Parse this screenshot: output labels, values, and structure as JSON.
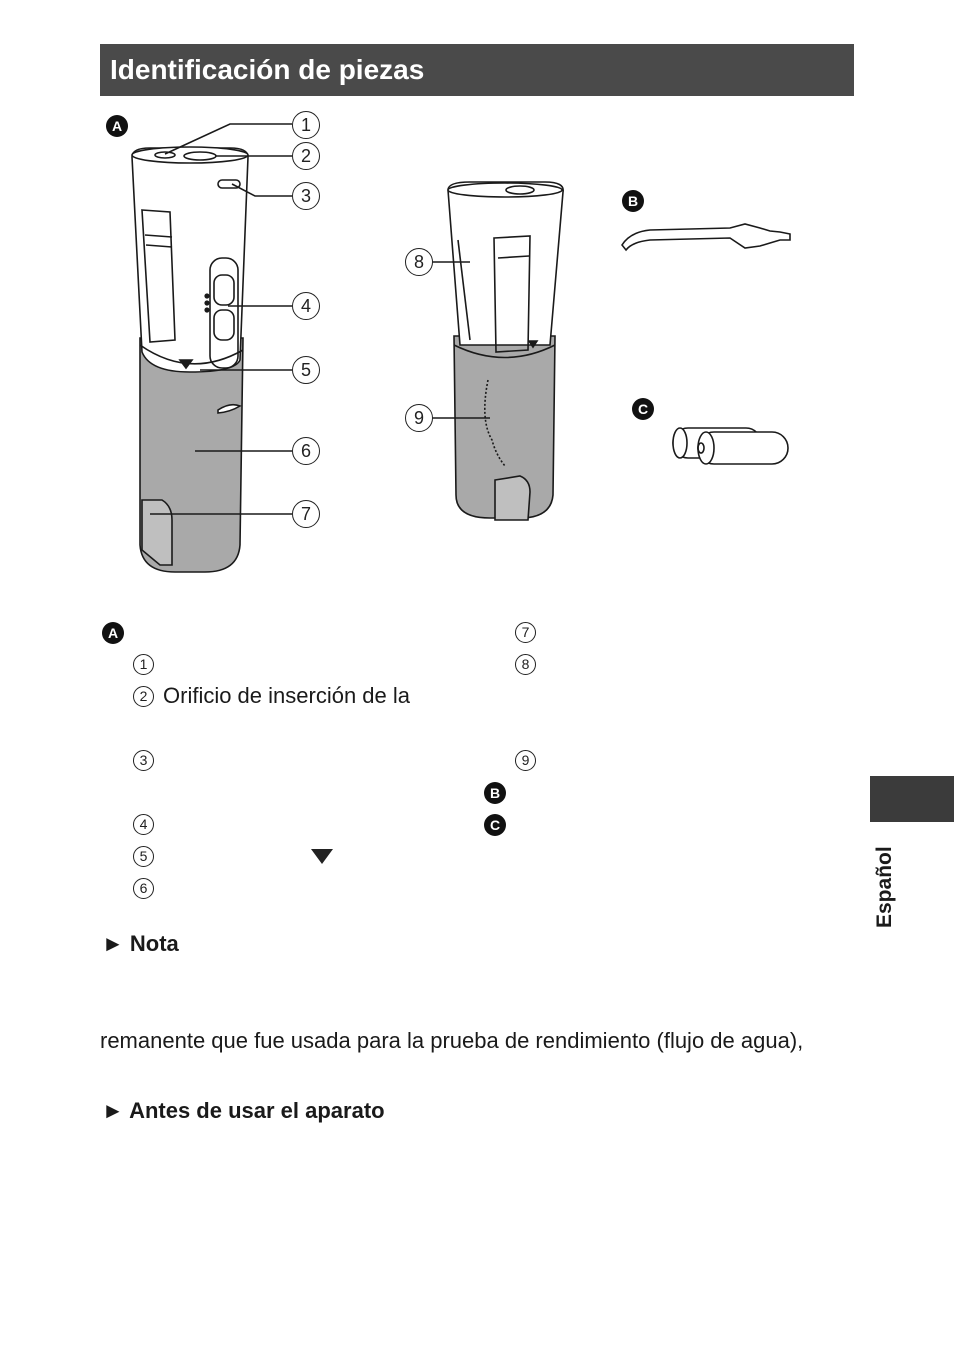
{
  "header": {
    "title": "Identificación de piezas"
  },
  "figure": {
    "group_a_label": "A",
    "group_b_label": "B",
    "group_c_label": "C",
    "callouts": [
      "1",
      "2",
      "3",
      "4",
      "5",
      "6",
      "7",
      "8",
      "9"
    ]
  },
  "legend": {
    "group_a_label": "A",
    "group_b_label": "B",
    "group_c_label": "C",
    "items": [
      {
        "num": "1",
        "text": ""
      },
      {
        "num": "2",
        "text": "Orificio de inserción de la"
      },
      {
        "num": "3",
        "text": ""
      },
      {
        "num": "4",
        "text": ""
      },
      {
        "num": "5",
        "text": ""
      },
      {
        "num": "6",
        "text": ""
      },
      {
        "num": "7",
        "text": ""
      },
      {
        "num": "8",
        "text": ""
      },
      {
        "num": "9",
        "text": ""
      }
    ]
  },
  "nota": {
    "heading": "► Nota",
    "line": "remanente que fue usada para la prueba de rendimiento (flujo de agua),"
  },
  "antes": {
    "heading": "► Antes de usar el aparato"
  },
  "side_tab": {
    "language": "Español"
  }
}
